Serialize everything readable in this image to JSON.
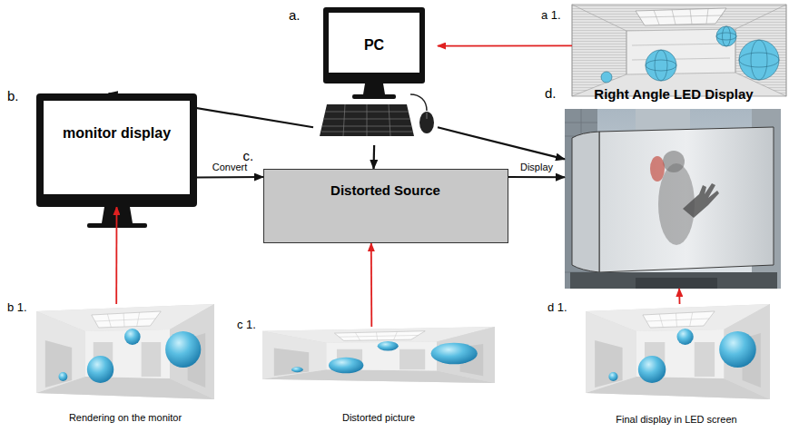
{
  "diagram": {
    "nodes": [
      {
        "text": [
          "a.",
          "PC"
        ]
      },
      {
        "text": [
          "a 1."
        ]
      },
      {
        "text": [
          "b.",
          "monitor display"
        ]
      },
      {
        "text": [
          "c.",
          "Distorted Source"
        ]
      },
      {
        "text": [
          "d.",
          "Right Angle LED Display"
        ]
      },
      {
        "text": [
          "b 1.",
          "Rendering on the monitor"
        ]
      },
      {
        "text": [
          "c 1.",
          "Distorted picture"
        ]
      },
      {
        "text": [
          "d 1.",
          "Final display in LED screen"
        ]
      }
    ],
    "edges": [
      {
        "from": 0,
        "to": 2,
        "arrow": "to"
      },
      {
        "from": 0,
        "to": 3,
        "arrow": "to"
      },
      {
        "from": 0,
        "to": 4,
        "arrow": "to"
      },
      {
        "from": 2,
        "to": 3,
        "label": "Convert",
        "arrow": "to"
      },
      {
        "from": 3,
        "to": 4,
        "label": "Display",
        "arrow": "to"
      },
      {
        "from": 1,
        "to": 0,
        "arrow": "to"
      },
      {
        "from": 5,
        "to": 2,
        "arrow": "to"
      },
      {
        "from": 6,
        "to": 3,
        "arrow": "to"
      },
      {
        "from": 7,
        "to": 4,
        "arrow": "to"
      }
    ]
  }
}
